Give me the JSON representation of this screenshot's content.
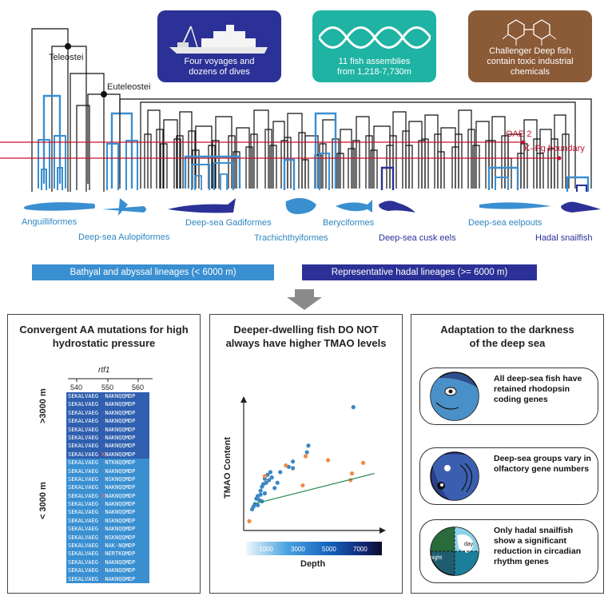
{
  "top_boxes": [
    {
      "text": "Four voyages and dozens of dives",
      "color": "#2b3196",
      "icon": "research-ship-icon"
    },
    {
      "text": "11 fish assemblies from 1,218-7,730m",
      "color": "#1fb3a3",
      "icon": "dna-helix-icon"
    },
    {
      "text": "Challenger Deep fish contain toxic industrial chemicals",
      "color": "#8b5a36",
      "icon": "chemical-structure-icon"
    }
  ],
  "tree": {
    "node_labels": {
      "teleostei": "Teleostei",
      "euteleostei": "Euteleostei"
    },
    "events": {
      "oae2": "OAE 2",
      "kpg": "K–Pg boundary"
    },
    "colors": {
      "deep": "#3a8fd1",
      "hadal": "#2b3196",
      "event": "#c8102e",
      "branch": "#111111"
    }
  },
  "groups": {
    "anguilliformes": "Anguilliformes",
    "aulopiformes": "Deep-sea Aulopiformes",
    "gadiformes": "Deep-sea Gadiformes",
    "trachichthyiformes": "Trachichthyiformes",
    "beryciformes": "Beryciformes",
    "cusk_eels": "Deep-sea cusk eels",
    "eelpouts": "Deep-sea eelpouts",
    "snailfish": "Hadal snailfish"
  },
  "legend": {
    "bathyal": "Bathyal and abyssal lineages (< 6000 m)",
    "hadal": "Representative hadal lineages (>= 6000 m)"
  },
  "panel1": {
    "title": "Convergent AA mutations for high hydrostatic pressure",
    "gene": "rtf1",
    "positions": [
      "540",
      "550",
      "560"
    ],
    "label_deep": ">3000 m",
    "label_shallow": "< 3000 m",
    "sequences": [
      "SEKALVAEG -NAKNQQMDP",
      "SEKALVAEG -NAKNQQMDP",
      "SEKALVAEG -NAKNQQMDP",
      "SEKALVAEG -NAKNQQMDP",
      "SEKALVAEG -NAKNQQMDP",
      "SEKALVAEG -NAKNQQMDP",
      "SEKALVAEG -NAKNQQMDP",
      "SEKALVAEG KNAKNQQMDP",
      "SEKALVAEG -NTKNQQMDP",
      "SEKALVAEG -NAKNQQMDP",
      "SEKALVAEG -NSKNQQMDP",
      "SEKALVAEG -NAKNQQMDP",
      "SEKALVAEG KNAKNQQMDP",
      "SEKALVAEG -NAKNQQMDP",
      "SEKALVAEG -NAKNQQMDP",
      "SEKALVAEG -NSKNQQMDP",
      "SEKALVAEG -NAKNQQMDP",
      "SEKALVAEG -NSKNQQMDP",
      "SEKALVAEG -NAK-NQMDP",
      "SEKALVAEG -NERTKQMDP",
      "SEKALVAEG -NAKNQQMDP",
      "SEKALVAEG -NAKNQQMDP",
      "SEKALVAEG -NAKNQQMDP"
    ],
    "deep_count": 8
  },
  "panel2": {
    "title": "Deeper-dwelling fish DO NOT always have higher TMAO levels",
    "ylabel": "TMAO Content",
    "xlabel": "Depth",
    "colorbar_ticks": [
      "1000",
      "3000",
      "5000",
      "7000"
    ]
  },
  "chart_data": {
    "type": "scatter",
    "ylabel": "TMAO Content",
    "xlabel": "Depth",
    "colors": {
      "blue": "#3a87c4",
      "orange": "#f08a4b",
      "trend": "#2e8b57"
    },
    "series": [
      {
        "color": "blue",
        "x": [
          0.06,
          0.07,
          0.08,
          0.09,
          0.1,
          0.1,
          0.11,
          0.12,
          0.12,
          0.13,
          0.13,
          0.14,
          0.15,
          0.15,
          0.16,
          0.17,
          0.18,
          0.19,
          0.2,
          0.22,
          0.24,
          0.26,
          0.32,
          0.35,
          0.35,
          0.45,
          0.46,
          0.78
        ],
        "y": [
          0.16,
          0.18,
          0.2,
          0.24,
          0.19,
          0.26,
          0.23,
          0.27,
          0.3,
          0.33,
          0.22,
          0.35,
          0.28,
          0.39,
          0.36,
          0.42,
          0.38,
          0.44,
          0.4,
          0.32,
          0.36,
          0.44,
          0.48,
          0.47,
          0.52,
          0.59,
          0.64,
          0.93
        ]
      },
      {
        "color": "orange",
        "x": [
          0.04,
          0.15,
          0.3,
          0.42,
          0.44,
          0.6,
          0.76,
          0.77,
          0.85
        ],
        "y": [
          0.07,
          0.41,
          0.49,
          0.34,
          0.56,
          0.53,
          0.38,
          0.43,
          0.51
        ]
      }
    ],
    "trend": {
      "x": [
        0.07,
        0.93
      ],
      "y": [
        0.2,
        0.43
      ]
    }
  },
  "panel3": {
    "title": "Adaptation to the darkness of the deep sea",
    "cards": [
      {
        "text": "All deep-sea fish have retained rhodopsin coding genes",
        "icon": "fish-eye-icon"
      },
      {
        "text": "Deep-sea groups vary in olfactory gene numbers",
        "icon": "fish-nostril-icon"
      },
      {
        "text": "Only hadal snailfish show a significant reduction in circadian rhythm genes",
        "icon": "day-night-icon"
      }
    ],
    "day_label": "day",
    "night_label": "night"
  }
}
